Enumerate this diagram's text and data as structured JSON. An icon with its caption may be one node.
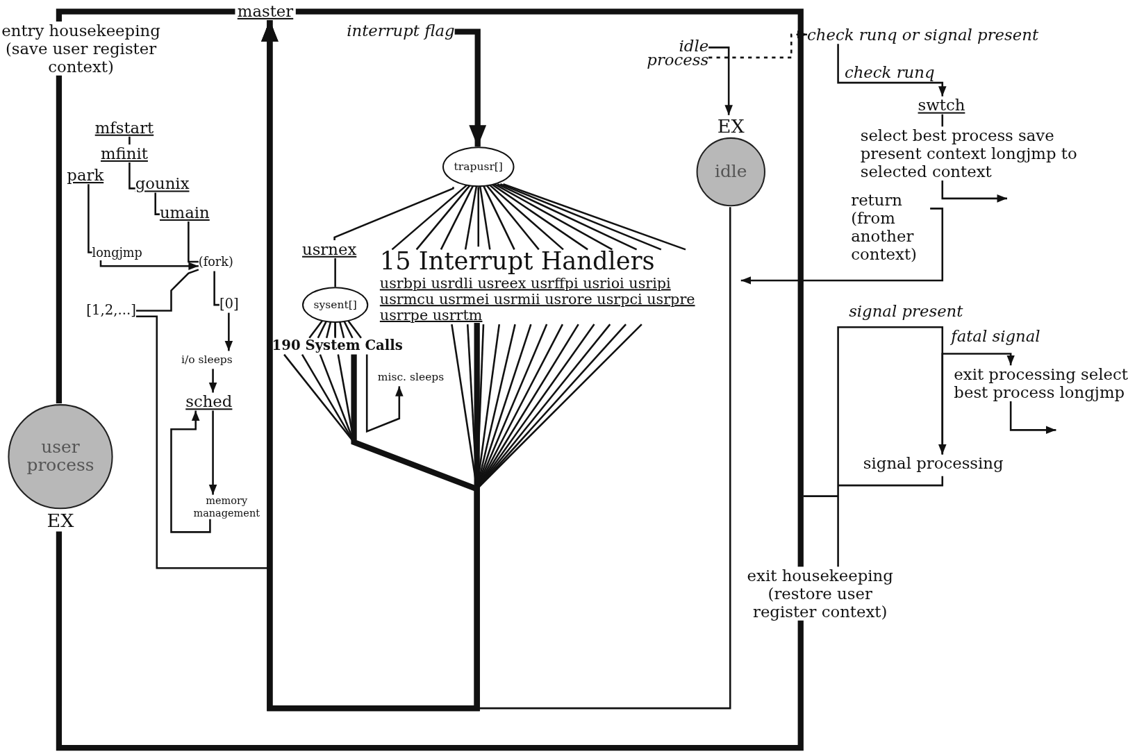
{
  "diagram": {
    "nodes": [
      {
        "text": [
          "master"
        ]
      },
      {
        "text": [
          "entry housekeeping (save user register context)"
        ]
      },
      {
        "text": [
          "interrupt flag"
        ]
      },
      {
        "text": [
          "idle process"
        ]
      },
      {
        "text": [
          "check runq or signal present"
        ]
      },
      {
        "text": [
          "swtch"
        ]
      },
      {
        "text": [
          "select best process save present context longjmp to selected context"
        ]
      },
      {
        "text": [
          "return (from another context)"
        ]
      },
      {
        "text": [
          "idle"
        ],
        "beside": [
          "EX"
        ]
      },
      {
        "text": [
          "trapusr[]"
        ]
      },
      {
        "text": [
          "usrnex"
        ]
      },
      {
        "text": [
          "sysent[]"
        ]
      },
      {
        "text": [
          "190 System Calls"
        ]
      },
      {
        "text": [
          "15 Interrupt Handlers",
          "usrbpi usrdli usreex usrffpi usrioi usripi usrmcu usrmei usrmii usrore usrpci usrpre usrrpe usrrtm"
        ]
      },
      {
        "text": [
          "misc. sleeps"
        ]
      },
      {
        "text": [
          "exit processing select best process longjmp"
        ]
      },
      {
        "text": [
          "signal processing"
        ]
      },
      {
        "text": [
          "exit housekeeping (restore user register context)"
        ]
      },
      {
        "text": [
          "user process"
        ],
        "beside": [
          "EX"
        ]
      },
      {
        "text": [
          "mfstart"
        ]
      },
      {
        "text": [
          "mfinit"
        ]
      },
      {
        "text": [
          "park"
        ]
      },
      {
        "text": [
          "gounix"
        ]
      },
      {
        "text": [
          "umain"
        ]
      },
      {
        "text": [
          "(fork)"
        ]
      },
      {
        "text": [
          "[1,2,...]"
        ]
      },
      {
        "text": [
          "[0]"
        ]
      },
      {
        "text": [
          "i/o sleeps"
        ]
      },
      {
        "text": [
          "sched"
        ]
      },
      {
        "text": [
          "memory management"
        ]
      },
      {
        "text": [
          "longjmp"
        ]
      }
    ],
    "edges": [
      {
        "from": 18,
        "to": 1,
        "arrow": "none",
        "style": "thick"
      },
      {
        "from": 1,
        "to": 0,
        "arrow": "none",
        "style": "thick"
      },
      {
        "from": 0,
        "to": 17,
        "arrow": "none",
        "style": "thick"
      },
      {
        "from": 17,
        "to": 18,
        "arrow": "none",
        "style": "thick"
      },
      {
        "from": 2,
        "to": 9,
        "arrow": "to",
        "style": "thick"
      },
      {
        "from": 9,
        "to": 10,
        "arrow": "none"
      },
      {
        "from": 9,
        "to": 13,
        "arrow": "none"
      },
      {
        "from": 10,
        "to": 11,
        "arrow": "none"
      },
      {
        "from": 11,
        "to": 12,
        "arrow": "none"
      },
      {
        "from": 12,
        "to": 14,
        "arrow": "to"
      },
      {
        "from": 13,
        "to": 0,
        "arrow": "to",
        "style": "thick"
      },
      {
        "from": 12,
        "to": 0,
        "arrow": "to",
        "style": "thick"
      },
      {
        "from": 8,
        "to": 0,
        "arrow": "to"
      },
      {
        "from": 3,
        "to": 8,
        "arrow": "to"
      },
      {
        "from": 3,
        "to": 4,
        "arrow": "to",
        "style": "dashed"
      },
      {
        "from": 4,
        "to": 5,
        "label": "check runq",
        "arrow": "to"
      },
      {
        "from": 5,
        "to": 6,
        "arrow": "none"
      },
      {
        "from": 6,
        "to": null,
        "arrow": "to"
      },
      {
        "from": 7,
        "to": null,
        "arrow": "to"
      },
      {
        "from": 17,
        "to": 16,
        "label": "signal present",
        "arrow": "to"
      },
      {
        "from": 16,
        "to": 15,
        "label": "fatal signal",
        "arrow": "to"
      },
      {
        "from": 15,
        "to": null,
        "arrow": "to"
      },
      {
        "from": 19,
        "to": 20,
        "arrow": "none"
      },
      {
        "from": 20,
        "to": 22,
        "arrow": "none"
      },
      {
        "from": 22,
        "to": 23,
        "arrow": "none"
      },
      {
        "from": 23,
        "to": 24,
        "arrow": "none"
      },
      {
        "from": 21,
        "to": 30,
        "arrow": "none"
      },
      {
        "from": 24,
        "to": 25,
        "arrow": "none"
      },
      {
        "from": 24,
        "to": 26,
        "arrow": "none"
      },
      {
        "from": 26,
        "to": 27,
        "arrow": "to"
      },
      {
        "from": 27,
        "to": 28,
        "arrow": "to"
      },
      {
        "from": 28,
        "to": 29,
        "arrow": "to"
      },
      {
        "from": 29,
        "to": 28,
        "arrow": "to"
      },
      {
        "from": 25,
        "to": 0,
        "arrow": "to"
      },
      {
        "from": 30,
        "to": 24,
        "arrow": "to"
      }
    ]
  }
}
